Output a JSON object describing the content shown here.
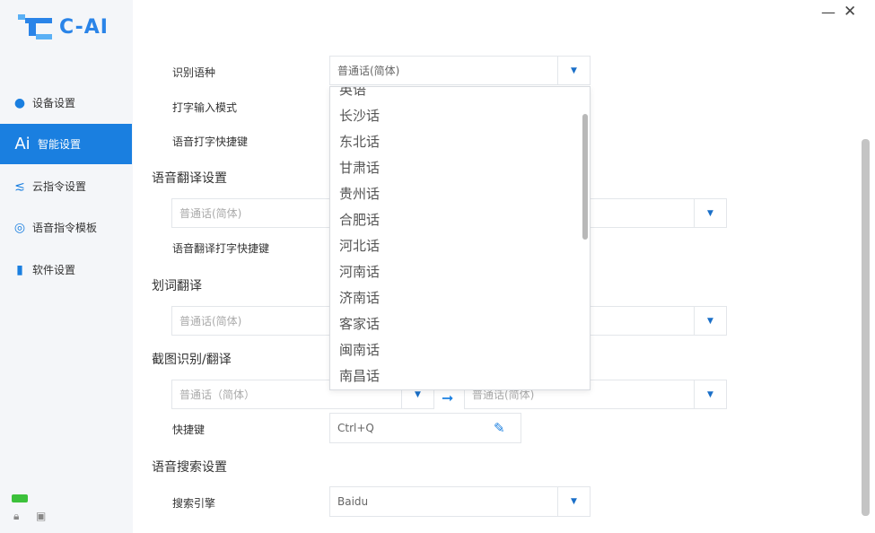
{
  "app": {
    "logo": "C-AI"
  },
  "window": {
    "minimize": "—",
    "close": "✕"
  },
  "sidebar": {
    "items": [
      {
        "label": "设备设置",
        "icon": "mouse-icon"
      },
      {
        "label": "智能设置",
        "icon": "ai-icon",
        "glyph": "Ai",
        "active": true
      },
      {
        "label": "云指令设置",
        "icon": "cloud-command-icon"
      },
      {
        "label": "语音指令模板",
        "icon": "compass-icon"
      },
      {
        "label": "软件设置",
        "icon": "bookmark-icon"
      }
    ],
    "battery_color": "#3cc13b"
  },
  "main": {
    "recognize_label": "识别语种",
    "recognize_value": "普通话(简体)",
    "typing_mode_label": "打字输入模式",
    "voice_typing_hotkey_label": "语音打字快捷键",
    "voice_translate_title": "语音翻译设置",
    "voice_translate_source": "普通话(简体)",
    "voice_translate_hotkey_label": "语音翻译打字快捷键",
    "word_translate_title": "划词翻译",
    "word_translate_source": "普通话(简体)",
    "screenshot_title": "截图识别/翻译",
    "screenshot_source": "普通话（简体）",
    "screenshot_target": "普通话(简体)",
    "hotkey_label": "快捷键",
    "hotkey_value": "Ctrl+Q",
    "voice_search_title": "语音搜索设置",
    "search_engine_label": "搜索引擎",
    "search_engine_value": "Baidu"
  },
  "dropdown": {
    "options": [
      "英语",
      "长沙话",
      "东北话",
      "甘肃话",
      "贵州话",
      "合肥话",
      "河北话",
      "河南话",
      "济南话",
      "客家话",
      "闽南话",
      "南昌话"
    ]
  },
  "colors": {
    "accent": "#1a7fe0"
  }
}
